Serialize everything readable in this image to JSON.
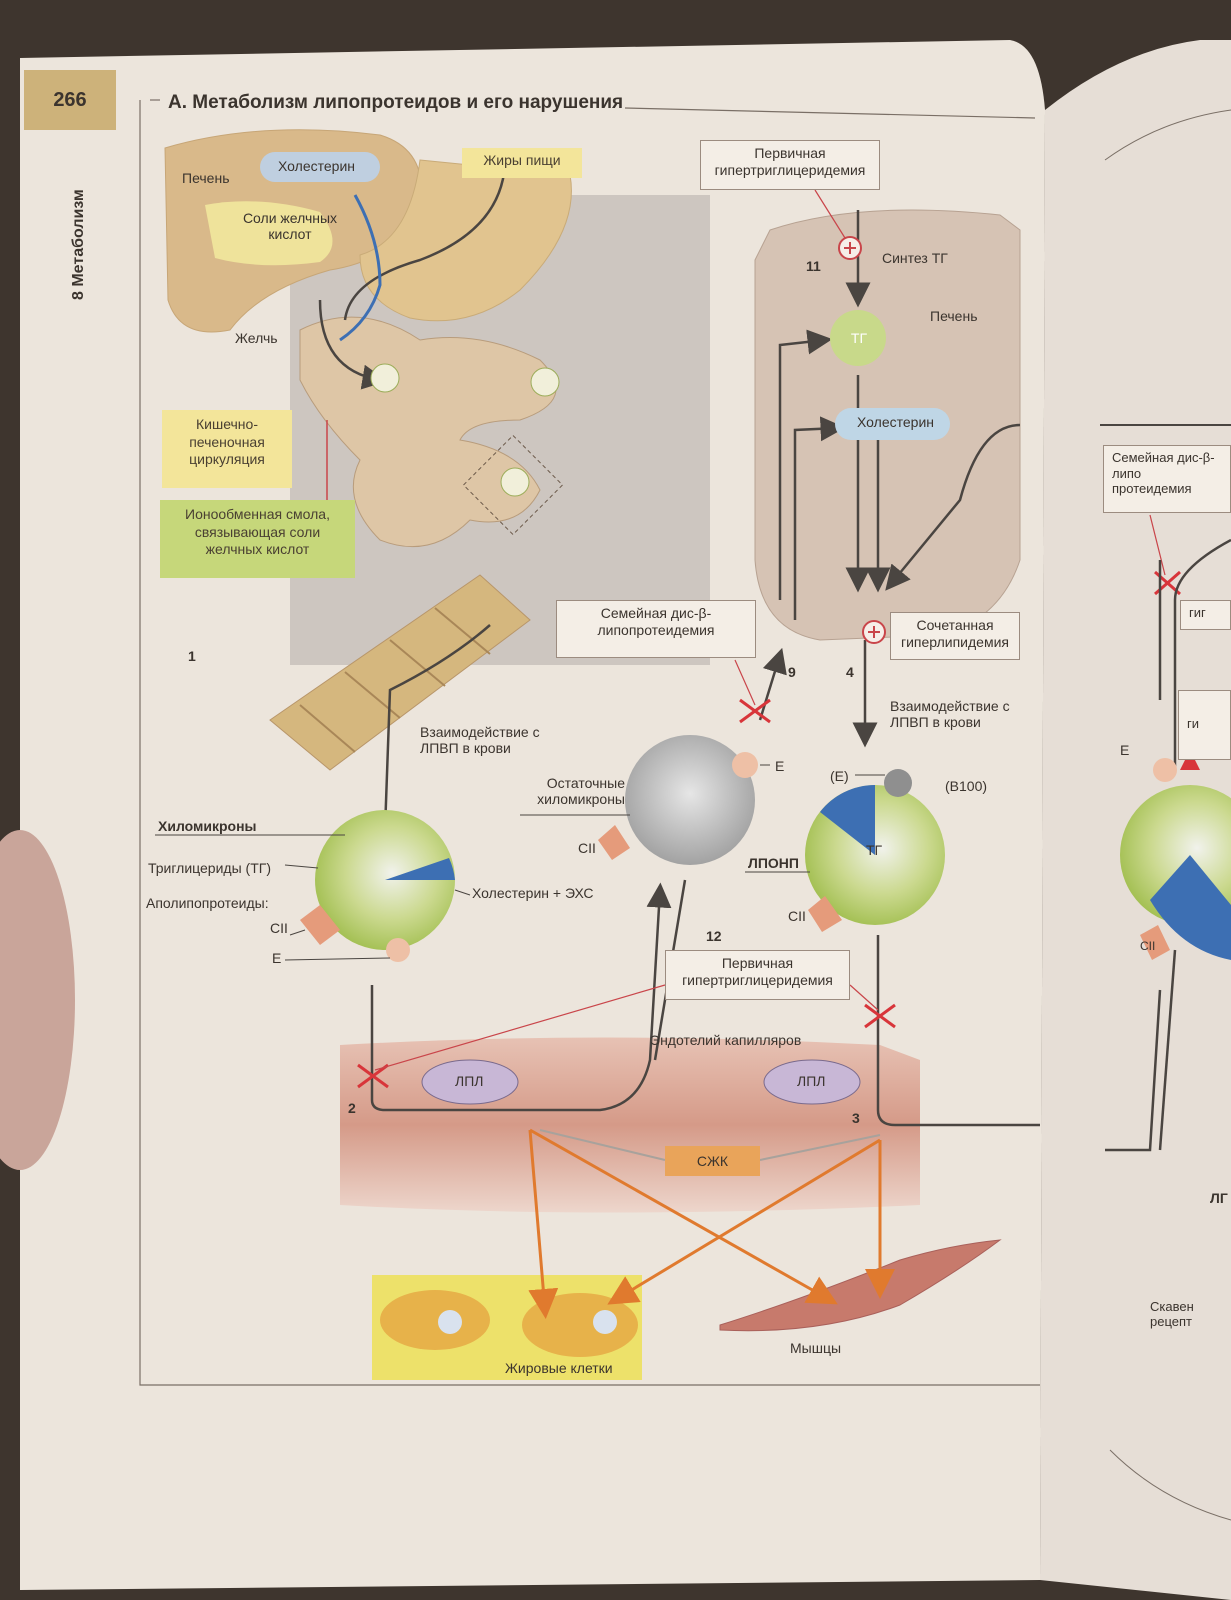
{
  "page": {
    "number": "266",
    "section": "8 Метаболизм",
    "title": "А. Метаболизм липопротеидов и его нарушения"
  },
  "organs": {
    "liver_left": "Печень",
    "cholesterol_top": "Холестерин",
    "dietary_fats": "Жиры пищи",
    "bile_salts": "Соли желчных кислот",
    "bile": "Желчь",
    "enterohepatic": "Кишечно-печеночная циркуляция",
    "resin": "Ионообменная смола, связывающая соли желчных кислот",
    "number_1": "1"
  },
  "liver_right": {
    "primary_htg_top": "Первичная гипертриглицеридемия",
    "number_11": "11",
    "tg_synthesis": "Синтез ТГ",
    "liver": "Печень",
    "tg": "ТГ",
    "cholesterol": "Холестерин",
    "combined": "Сочетанная гиперлипидемия",
    "familial": "Семейная дис-β-липопротеидемия",
    "number_9": "9",
    "number_4": "4",
    "hdl_interaction": "Взаимодействие с ЛПВП в крови"
  },
  "particles": {
    "hdl_interaction_left": "Взаимодействие с ЛПВП в крови",
    "chylomicrons": "Хиломикроны",
    "triglycerides": "Триглицериды (ТГ)",
    "apolipoproteins": "Аполипопротеиды:",
    "cii": "CII",
    "e": "E",
    "cholesterol_ehs": "Холестерин + ЭХС",
    "remnant": "Остаточные хиломикроны",
    "remnant_cii": "CII",
    "remnant_e": "E",
    "vldl": "ЛПОНП",
    "vldl_tg": "ТГ",
    "vldl_e": "(E)",
    "vldl_b100": "(B100)",
    "vldl_cii": "CII"
  },
  "capillary": {
    "number_12": "12",
    "primary_htg": "Первичная гипертриглицеридемия",
    "endothelium": "Эндотелий капилляров",
    "lpl_left": "ЛПЛ",
    "lpl_right": "ЛПЛ",
    "number_2": "2",
    "number_3": "3",
    "ffa": "СЖК",
    "fat_cells": "Жировые клетки",
    "muscles": "Мышцы"
  },
  "next_page": {
    "familial": "Семейная дис-β-липо протеидемия",
    "gi1": "гиг",
    "gi2": "ги",
    "e": "E",
    "cii": "CII",
    "lp": "ЛГ",
    "scav": "Скавен рецепт"
  },
  "colors": {
    "page": "#ebe4dc",
    "liver": "#d9b98a",
    "gut": "#e2c79a",
    "yellow_box": "#f3e59a",
    "green_box": "#c6d77a",
    "ffa_box": "#e9a45a",
    "sphere_green": "#b9cf6e",
    "sphere_gray": "#b7b7b7",
    "blue": "#3d6fb3",
    "apo": "#e59b7b",
    "arrow_dark": "#4a4541",
    "arrow_orange": "#e07a2e",
    "cross": "#d8353a",
    "endothelium": "#d89e8b",
    "muscle": "#c77a6c"
  }
}
